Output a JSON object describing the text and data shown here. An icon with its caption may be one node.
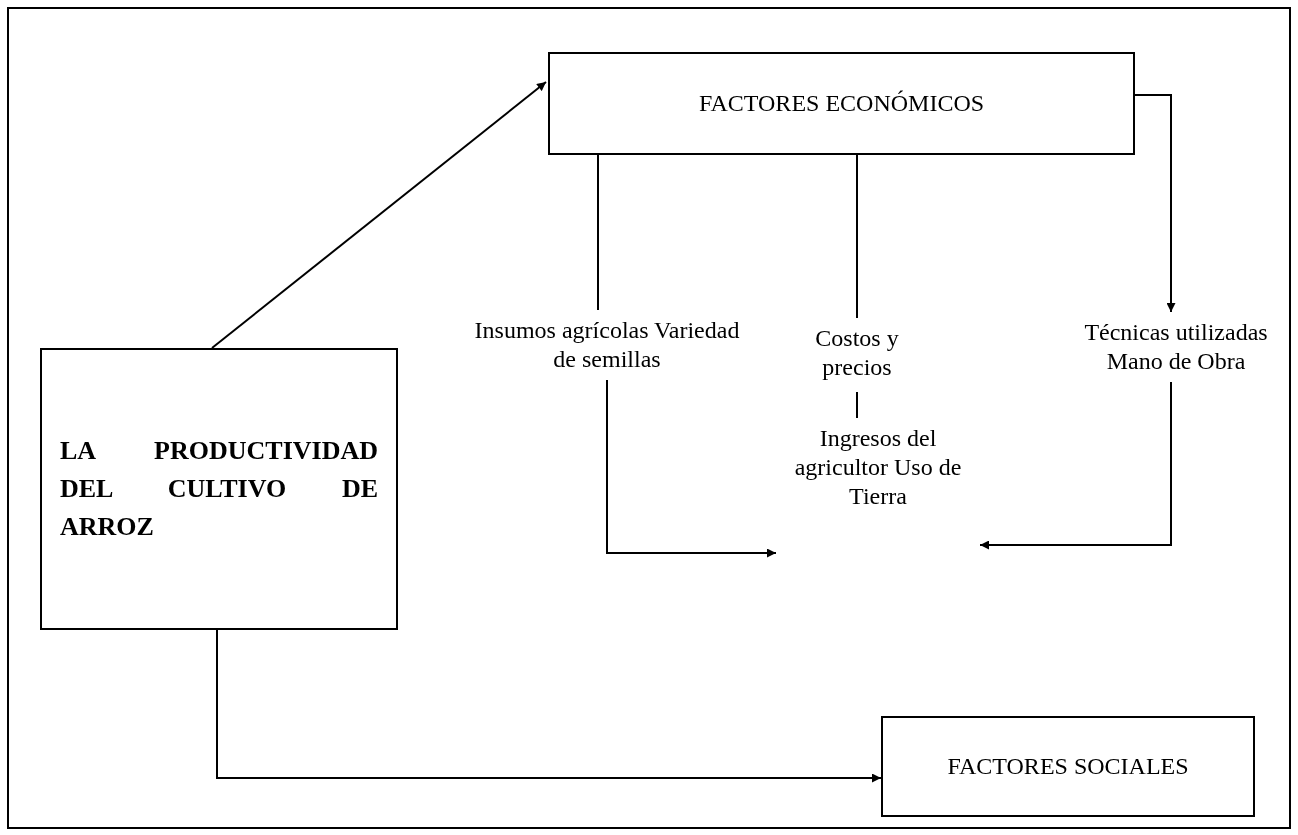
{
  "diagram": {
    "nodes": [
      {
        "text": [
          "LA PRODUCTIVIDAD DEL CULTIVO DE ARROZ"
        ]
      },
      {
        "text": [
          "FACTORES ECONÓMICOS"
        ]
      },
      {
        "text": [
          "Insumos agrícolas Variedad de semillas"
        ]
      },
      {
        "text": [
          "Costos y precios"
        ]
      },
      {
        "text": [
          "Técnicas utilizadas Mano de Obra"
        ]
      },
      {
        "text": [
          "Ingresos del agricultor Uso de Tierra"
        ]
      },
      {
        "text": [
          "FACTORES SOCIALES"
        ]
      }
    ],
    "edges": [
      {
        "from": 0,
        "to": 1,
        "arrow": "to"
      },
      {
        "from": 1,
        "to": 2,
        "arrow": "none"
      },
      {
        "from": 1,
        "to": 3,
        "arrow": "none"
      },
      {
        "from": 1,
        "to": 4,
        "arrow": "to"
      },
      {
        "from": 2,
        "to": 5,
        "arrow": "to"
      },
      {
        "from": 3,
        "to": 5,
        "arrow": "none"
      },
      {
        "from": 4,
        "to": 5,
        "arrow": "to"
      },
      {
        "from": 0,
        "to": 6,
        "arrow": "to"
      }
    ]
  }
}
